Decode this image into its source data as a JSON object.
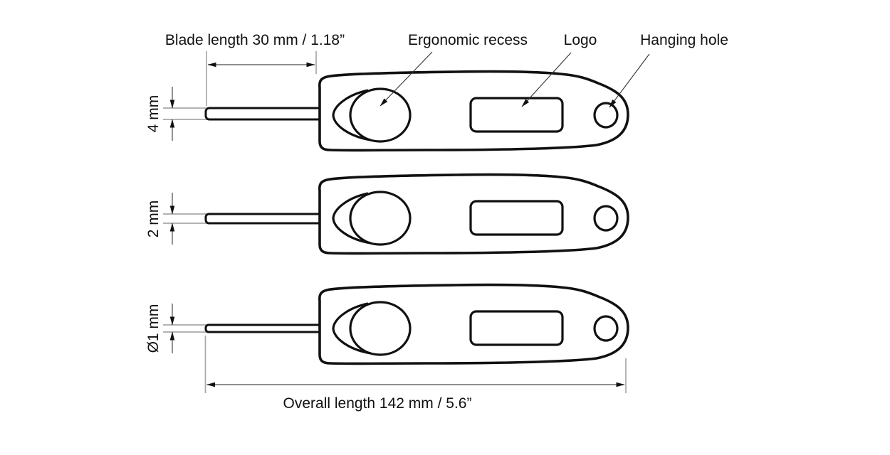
{
  "drawing": {
    "callout_blade_length": "Blade length 30 mm / 1.18”",
    "callout_ergonomic_recess": "Ergonomic recess",
    "callout_logo": "Logo",
    "callout_hanging_hole": "Hanging hole",
    "callout_overall_length": "Overall length 142 mm / 5.6”",
    "blade_sizes": [
      {
        "label": "4 mm"
      },
      {
        "label": "2 mm"
      },
      {
        "label": "Ø1 mm"
      }
    ],
    "colors": {
      "outline": "#111111",
      "dimension_line": "#4a4a4a",
      "extension_line": "#a8a8a8",
      "text": "#111111",
      "background": "#ffffff"
    }
  }
}
